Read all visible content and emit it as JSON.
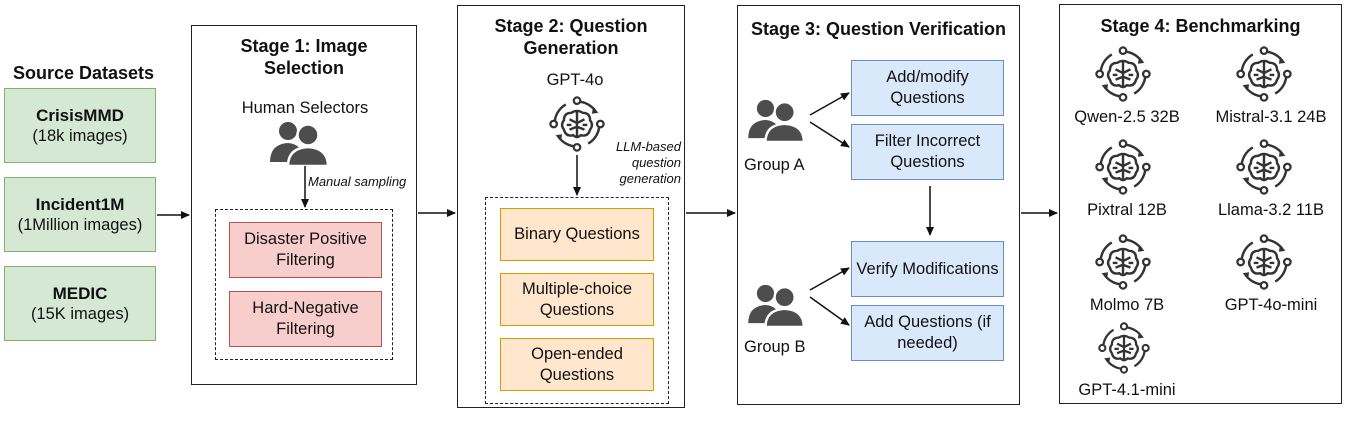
{
  "source": {
    "title": "Source Datasets",
    "items": [
      {
        "name": "CrisisMMD",
        "detail": "(18k images)"
      },
      {
        "name": "Incident1M",
        "detail": "(1Million images)"
      },
      {
        "name": "MEDIC",
        "detail": "(15K images)"
      }
    ]
  },
  "stage1": {
    "title": "Stage 1: Image Selection",
    "actor": "Human Selectors",
    "edge_label": "Manual sampling",
    "filters": [
      "Disaster Positive Filtering",
      "Hard-Negative Filtering"
    ]
  },
  "stage2": {
    "title": "Stage 2: Question Generation",
    "model": "GPT-4o",
    "edge_label": "LLM-based question generation",
    "questions": [
      "Binary Questions",
      "Multiple-choice Questions",
      "Open-ended Questions"
    ]
  },
  "stage3": {
    "title": "Stage 3: Question Verification",
    "group_a": "Group A",
    "group_b": "Group B",
    "a_tasks": [
      "Add/modify Questions",
      "Filter Incorrect Questions"
    ],
    "b_tasks": [
      "Verify Modifications",
      "Add Questions (if needed)"
    ]
  },
  "stage4": {
    "title": "Stage 4: Benchmarking",
    "models": [
      "Qwen-2.5 32B",
      "Mistral-3.1 24B",
      "Pixtral 12B",
      "Llama-3.2 11B",
      "Molmo 7B",
      "GPT-4o-mini",
      "GPT-4.1-mini"
    ]
  },
  "colors": {
    "source_fill": "#d5e8d4",
    "source_stroke": "#82b366",
    "filter_fill": "#f8cecc",
    "filter_stroke": "#b85450",
    "question_fill": "#ffe6cc",
    "question_stroke": "#d79b00",
    "task_fill": "#dae8fc",
    "task_stroke": "#6c8ebf",
    "icon_color": "#4d4d4d"
  },
  "icons": {
    "people": "people-icon",
    "model": "ai-brain-icon"
  }
}
